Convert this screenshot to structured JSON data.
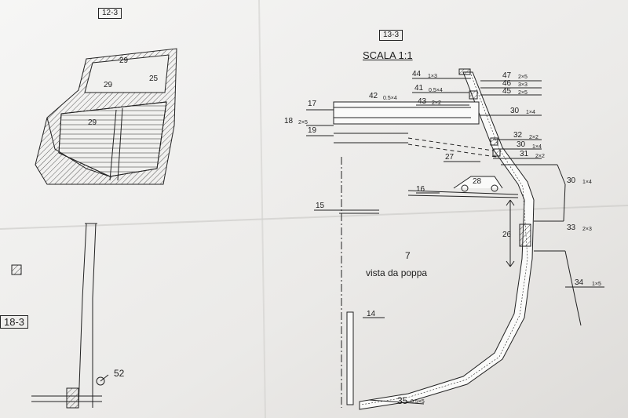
{
  "labels": {
    "ref_12_3": "12-3",
    "ref_13_3": "13-3",
    "ref_18_3": "18-3",
    "scale": "SCALA 1:1",
    "view_number": "7",
    "view_title": "vista da poppa",
    "p29a": "29",
    "p29b": "29",
    "p29c": "29",
    "p25": "25",
    "p52": "52",
    "p44": "44",
    "p44d": "1×3",
    "p47": "47",
    "p47d": "2×5",
    "p46": "46",
    "p46d": "3×3",
    "p41": "41",
    "p41d": "0.5×4",
    "p45": "45",
    "p45d": "2×5",
    "p42": "42",
    "p42d": "0.5×4",
    "p43": "43",
    "p43d": "2×2",
    "p17": "17",
    "p18": "18",
    "p18d": "2×5",
    "p19": "19",
    "p30a": "30",
    "p30ad": "1×4",
    "p32": "32",
    "p32d": "2×2",
    "p30b": "30",
    "p30bd": "1×4",
    "p31": "31",
    "p31d": "2×2",
    "p27": "27",
    "p28": "28",
    "p30c": "30",
    "p30cd": "1×4",
    "p16": "16",
    "p15": "15",
    "p33": "33",
    "p33d": "2×3",
    "p26": "26",
    "p34": "34",
    "p34d": "1×5",
    "p14": "14",
    "p35": "35",
    "p35d": "0.5×5"
  },
  "colors": {
    "paper": "#ecebe9",
    "ink": "#1e1e1e"
  }
}
